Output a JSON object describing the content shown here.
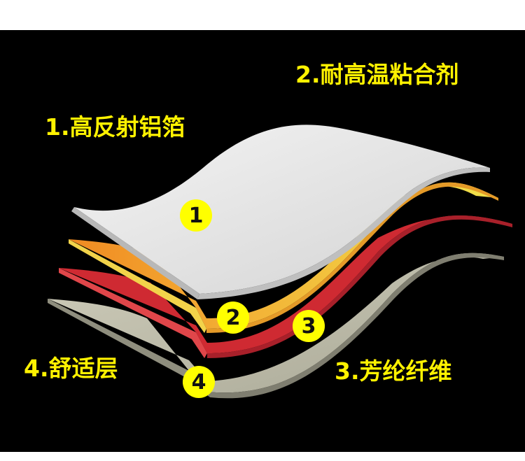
{
  "colors": {
    "background_panel": "#000000",
    "page_background": "#ffffff",
    "label_text": "#fff200",
    "badge_fill": "#ffff00",
    "layer_1_foil": "#e2e2e2",
    "layer_2_adhesive": "#f2c83a",
    "layer_3_aramid": "#cf2a32",
    "layer_4_comfort": "#b8b7a6"
  },
  "labels": [
    {
      "id": "1",
      "text": "1.高反射铝箔"
    },
    {
      "id": "2",
      "text": "2.耐高温粘合剂"
    },
    {
      "id": "3",
      "text": "3.芳纶纤维"
    },
    {
      "id": "4",
      "text": "4.舒适层"
    }
  ],
  "badges": [
    {
      "number": "1"
    },
    {
      "number": "2"
    },
    {
      "number": "3"
    },
    {
      "number": "4"
    }
  ]
}
